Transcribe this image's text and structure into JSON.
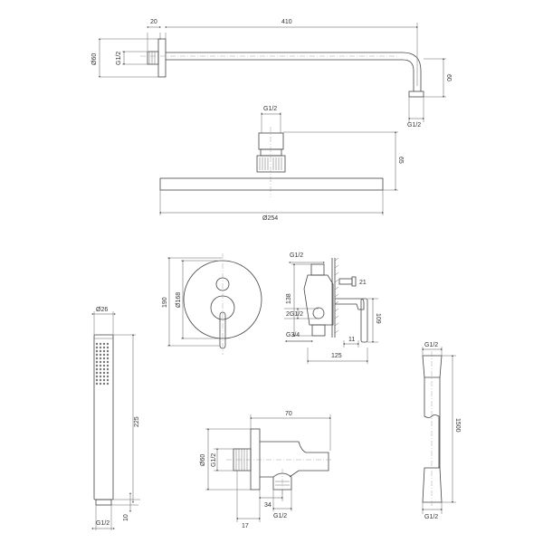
{
  "shower_arm": {
    "flange_depth": "20",
    "arm_length": "410",
    "flange_diameter": "Ø60",
    "thread_wall": "G1/2",
    "drop": "60",
    "thread_outlet": "G1/2"
  },
  "shower_head": {
    "thread": "G1/2",
    "height": "65",
    "diameter": "Ø254"
  },
  "mixer_front": {
    "overall_height": "190",
    "plate_diameter": "Ø168"
  },
  "mixer_side": {
    "top_thread": "G1/2",
    "body_height": "138",
    "outlet_threads": "2G1/2",
    "inlet_thread": "G3/4",
    "cap_size": "21",
    "lever_height": "109",
    "gap": "11",
    "depth": "125"
  },
  "hand_shower": {
    "diameter": "Ø26",
    "length": "225",
    "connector": "10",
    "thread": "G1/2"
  },
  "wall_outlet": {
    "length": "70",
    "flange_diameter": "Ø60",
    "thread_wall": "G1/2",
    "outlet_offset": "34",
    "flange_depth": "17",
    "thread_outlet": "G1/2"
  },
  "hose": {
    "thread_top": "G1/2",
    "length": "1500",
    "thread_bottom": "G1/2"
  }
}
